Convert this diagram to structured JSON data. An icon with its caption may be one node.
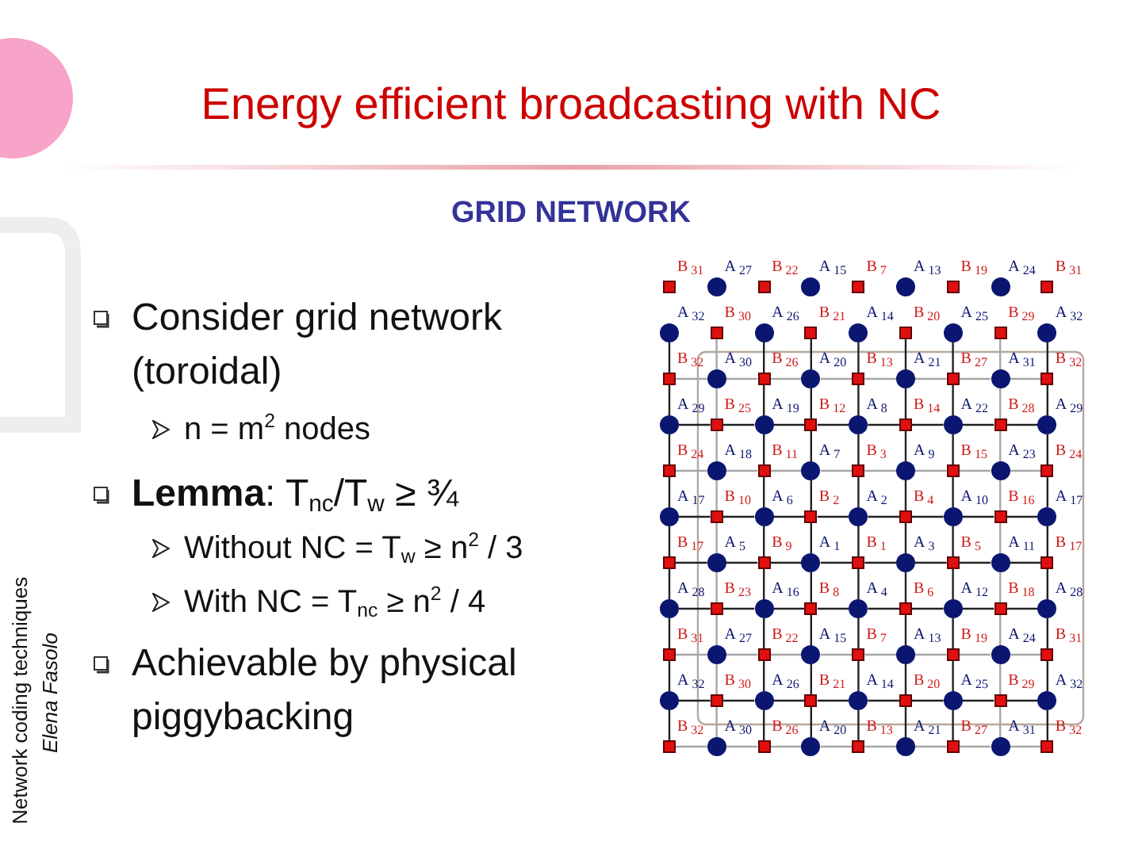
{
  "diagram": {
    "title": "Energy efficient broadcasting with NC",
    "nodes": [
      {
        "text": [
          "B$_{31}$"
        ]
      },
      {
        "text": [
          "A$_{27}$"
        ]
      },
      {
        "text": [
          "B$_{22}$"
        ]
      },
      {
        "text": [
          "A$_{15}$"
        ]
      },
      {
        "text": [
          "B$_{7}$"
        ]
      },
      {
        "text": [
          "A$_{13}$"
        ]
      },
      {
        "text": [
          "B$_{19}$"
        ]
      },
      {
        "text": [
          "A$_{24}$"
        ]
      },
      {
        "text": [
          "B$_{31}$"
        ]
      },
      {
        "text": [
          "A$_{32}$"
        ]
      },
      {
        "text": [
          "B$_{30}$"
        ]
      },
      {
        "text": [
          "A$_{26}$"
        ]
      },
      {
        "text": [
          "B$_{21}$"
        ]
      },
      {
        "text": [
          "A$_{14}$"
        ]
      },
      {
        "text": [
          "B$_{20}$"
        ]
      },
      {
        "text": [
          "A$_{25}$"
        ]
      },
      {
        "text": [
          "B$_{29}$"
        ]
      },
      {
        "text": [
          "A$_{32}$"
        ]
      },
      {
        "text": [
          "B$_{32}$"
        ]
      },
      {
        "text": [
          "A$_{30}$"
        ]
      },
      {
        "text": [
          "B$_{26}$"
        ]
      },
      {
        "text": [
          "A$_{20}$"
        ]
      },
      {
        "text": [
          "B$_{13}$"
        ]
      },
      {
        "text": [
          "A$_{21}$"
        ]
      },
      {
        "text": [
          "B$_{27}$"
        ]
      },
      {
        "text": [
          "A$_{31}$"
        ]
      },
      {
        "text": [
          "B$_{32}$"
        ]
      },
      {
        "text": [
          "A$_{29}$"
        ]
      },
      {
        "text": [
          "B$_{25}$"
        ]
      },
      {
        "text": [
          "A$_{19}$"
        ]
      },
      {
        "text": [
          "B$_{12}$"
        ]
      },
      {
        "text": [
          "A$_{8}$"
        ]
      },
      {
        "text": [
          "B$_{14}$"
        ]
      },
      {
        "text": [
          "A$_{22}$"
        ]
      },
      {
        "text": [
          "B$_{28}$"
        ]
      },
      {
        "text": [
          "A$_{29}$"
        ]
      },
      {
        "text": [
          "B$_{24}$"
        ]
      },
      {
        "text": [
          "A$_{18}$"
        ]
      },
      {
        "text": [
          "B$_{11}$"
        ]
      },
      {
        "text": [
          "A$_{7}$"
        ]
      },
      {
        "text": [
          "B$_{3}$"
        ]
      },
      {
        "text": [
          "A$_{9}$"
        ]
      },
      {
        "text": [
          "B$_{15}$"
        ]
      },
      {
        "text": [
          "A$_{23}$"
        ]
      },
      {
        "text": [
          "B$_{24}$"
        ]
      },
      {
        "text": [
          "A$_{17}$"
        ]
      },
      {
        "text": [
          "B$_{10}$"
        ]
      },
      {
        "text": [
          "A$_{6}$"
        ]
      },
      {
        "text": [
          "B$_{2}$"
        ]
      },
      {
        "text": [
          "A$_{2}$"
        ]
      },
      {
        "text": [
          "B$_{4}$"
        ]
      },
      {
        "text": [
          "A$_{10}$"
        ]
      },
      {
        "text": [
          "B$_{16}$"
        ]
      },
      {
        "text": [
          "A$_{17}$"
        ]
      },
      {
        "text": [
          "B$_{17}$"
        ]
      },
      {
        "text": [
          "A$_{5}$"
        ]
      },
      {
        "text": [
          "B$_{9}$"
        ]
      },
      {
        "text": [
          "A$_{1}$"
        ]
      },
      {
        "text": [
          "B$_{1}$"
        ]
      },
      {
        "text": [
          "A$_{3}$"
        ]
      },
      {
        "text": [
          "B$_{5}$"
        ]
      },
      {
        "text": [
          "A$_{11}$"
        ]
      },
      {
        "text": [
          "B$_{17}$"
        ]
      },
      {
        "text": [
          "A$_{28}$"
        ]
      },
      {
        "text": [
          "B$_{23}$"
        ]
      },
      {
        "text": [
          "A$_{16}$"
        ]
      },
      {
        "text": [
          "B$_{8}$"
        ]
      },
      {
        "text": [
          "A$_{4}$"
        ]
      },
      {
        "text": [
          "B$_{6}$"
        ]
      },
      {
        "text": [
          "A$_{12}$"
        ]
      },
      {
        "text": [
          "B$_{18}$"
        ]
      },
      {
        "text": [
          "A$_{28}$"
        ]
      },
      {
        "text": [
          "B$_{31}$"
        ]
      },
      {
        "text": [
          "A$_{27}$"
        ]
      },
      {
        "text": [
          "B$_{22}$"
        ]
      },
      {
        "text": [
          "A$_{15}$"
        ]
      },
      {
        "text": [
          "B$_{7}$"
        ]
      },
      {
        "text": [
          "A$_{13}$"
        ]
      },
      {
        "text": [
          "B$_{19}$"
        ]
      },
      {
        "text": [
          "A$_{24}$"
        ]
      },
      {
        "text": [
          "B$_{31}$"
        ]
      },
      {
        "text": [
          "A$_{32}$"
        ]
      },
      {
        "text": [
          "B$_{30}$"
        ]
      },
      {
        "text": [
          "A$_{26}$"
        ]
      },
      {
        "text": [
          "B$_{21}$"
        ]
      },
      {
        "text": [
          "A$_{14}$"
        ]
      },
      {
        "text": [
          "B$_{20}$"
        ]
      },
      {
        "text": [
          "A$_{25}$"
        ]
      },
      {
        "text": [
          "B$_{29}$"
        ]
      },
      {
        "text": [
          "A$_{32}$"
        ]
      },
      {
        "text": [
          "B$_{32}$"
        ]
      },
      {
        "text": [
          "A$_{30}$"
        ]
      },
      {
        "text": [
          "B$_{26}$"
        ]
      },
      {
        "text": [
          "A$_{20}$"
        ]
      },
      {
        "text": [
          "B$_{13}$"
        ]
      },
      {
        "text": [
          "A$_{21}$"
        ]
      },
      {
        "text": [
          "B$_{27}$"
        ]
      },
      {
        "text": [
          "A$_{31}$"
        ]
      },
      {
        "text": [
          "B$_{32}$"
        ]
      }
    ],
    "edges": [
      {
        "from": 9,
        "to": 18,
        "arrow": "none"
      },
      {
        "from": 18,
        "to": 27,
        "arrow": "none"
      },
      {
        "from": 27,
        "to": 36,
        "arrow": "none"
      },
      {
        "from": 36,
        "to": 45,
        "arrow": "none"
      },
      {
        "from": 45,
        "to": 54,
        "arrow": "none"
      },
      {
        "from": 54,
        "to": 63,
        "arrow": "none"
      },
      {
        "from": 63,
        "to": 72,
        "arrow": "none"
      },
      {
        "from": 72,
        "to": 81,
        "arrow": "none"
      },
      {
        "from": 81,
        "to": 90,
        "arrow": "none"
      },
      {
        "from": 10,
        "to": 19,
        "arrow": "none",
        "color": "#a6a6a6"
      },
      {
        "from": 19,
        "to": 28,
        "arrow": "none",
        "color": "#a6a6a6"
      },
      {
        "from": 28,
        "to": 37,
        "arrow": "none",
        "color": "#a6a6a6"
      },
      {
        "from": 37,
        "to": 46,
        "arrow": "none",
        "color": "#a6a6a6"
      },
      {
        "from": 46,
        "to": 55,
        "arrow": "none",
        "color": "#a6a6a6"
      },
      {
        "from": 55,
        "to": 64,
        "arrow": "none",
        "color": "#a6a6a6"
      },
      {
        "from": 64,
        "to": 73,
        "arrow": "none",
        "color": "#a6a6a6"
      },
      {
        "from": 73,
        "to": 82,
        "arrow": "none",
        "color": "#a6a6a6"
      },
      {
        "from": 82,
        "to": 91,
        "arrow": "none",
        "color": "#a6a6a6"
      },
      {
        "from": 11,
        "to": 20,
        "arrow": "none"
      },
      {
        "from": 20,
        "to": 29,
        "arrow": "none"
      },
      {
        "from": 29,
        "to": 38,
        "arrow": "none"
      },
      {
        "from": 38,
        "to": 47,
        "arrow": "none"
      },
      {
        "from": 47,
        "to": 56,
        "arrow": "none"
      },
      {
        "from": 56,
        "to": 65,
        "arrow": "none"
      },
      {
        "from": 65,
        "to": 74,
        "arrow": "none"
      },
      {
        "from": 74,
        "to": 83,
        "arrow": "none"
      },
      {
        "from": 83,
        "to": 92,
        "arrow": "none"
      },
      {
        "from": 12,
        "to": 21,
        "arrow": "none"
      },
      {
        "from": 21,
        "to": 30,
        "arrow": "none"
      },
      {
        "from": 30,
        "to": 39,
        "arrow": "none"
      },
      {
        "from": 39,
        "to": 48,
        "arrow": "none"
      },
      {
        "from": 48,
        "to": 57,
        "arrow": "none"
      },
      {
        "from": 57,
        "to": 66,
        "arrow": "none"
      },
      {
        "from": 66,
        "to": 75,
        "arrow": "none"
      },
      {
        "from": 75,
        "to": 84,
        "arrow": "none"
      },
      {
        "from": 84,
        "to": 93,
        "arrow": "none"
      },
      {
        "from": 13,
        "to": 22,
        "arrow": "none"
      },
      {
        "from": 22,
        "to": 31,
        "arrow": "none"
      },
      {
        "from": 31,
        "to": 40,
        "arrow": "none"
      },
      {
        "from": 40,
        "to": 49,
        "arrow": "none"
      },
      {
        "from": 49,
        "to": 58,
        "arrow": "none"
      },
      {
        "from": 58,
        "to": 67,
        "arrow": "none"
      },
      {
        "from": 67,
        "to": 76,
        "arrow": "none"
      },
      {
        "from": 76,
        "to": 85,
        "arrow": "none"
      },
      {
        "from": 85,
        "to": 94,
        "arrow": "none"
      },
      {
        "from": 14,
        "to": 23,
        "arrow": "none"
      },
      {
        "from": 23,
        "to": 32,
        "arrow": "none"
      },
      {
        "from": 32,
        "to": 41,
        "arrow": "none"
      },
      {
        "from": 41,
        "to": 50,
        "arrow": "none"
      },
      {
        "from": 50,
        "to": 59,
        "arrow": "none"
      },
      {
        "from": 59,
        "to": 68,
        "arrow": "none"
      },
      {
        "from": 68,
        "to": 77,
        "arrow": "none"
      },
      {
        "from": 77,
        "to": 86,
        "arrow": "none"
      },
      {
        "from": 86,
        "to": 95,
        "arrow": "none"
      },
      {
        "from": 15,
        "to": 24,
        "arrow": "none"
      },
      {
        "from": 24,
        "to": 33,
        "arrow": "none"
      },
      {
        "from": 33,
        "to": 42,
        "arrow": "none"
      },
      {
        "from": 42,
        "to": 51,
        "arrow": "none"
      },
      {
        "from": 51,
        "to": 60,
        "arrow": "none"
      },
      {
        "from": 60,
        "to": 69,
        "arrow": "none"
      },
      {
        "from": 69,
        "to": 78,
        "arrow": "none"
      },
      {
        "from": 78,
        "to": 87,
        "arrow": "none"
      },
      {
        "from": 87,
        "to": 96,
        "arrow": "none"
      },
      {
        "from": 16,
        "to": 25,
        "arrow": "none",
        "color": "#a6a6a6"
      },
      {
        "from": 25,
        "to": 34,
        "arrow": "none",
        "color": "#a6a6a6"
      },
      {
        "from": 34,
        "to": 43,
        "arrow": "none",
        "color": "#a6a6a6"
      },
      {
        "from": 43,
        "to": 52,
        "arrow": "none",
        "color": "#a6a6a6"
      },
      {
        "from": 52,
        "to": 61,
        "arrow": "none",
        "color": "#a6a6a6"
      },
      {
        "from": 61,
        "to": 70,
        "arrow": "none",
        "color": "#a6a6a6"
      },
      {
        "from": 70,
        "to": 79,
        "arrow": "none",
        "color": "#a6a6a6"
      },
      {
        "from": 79,
        "to": 88,
        "arrow": "none",
        "color": "#a6a6a6"
      },
      {
        "from": 88,
        "to": 97,
        "arrow": "none",
        "color": "#a6a6a6"
      },
      {
        "from": 17,
        "to": 26,
        "arrow": "none"
      },
      {
        "from": 26,
        "to": 35,
        "arrow": "none"
      },
      {
        "from": 35,
        "to": 44,
        "arrow": "none"
      },
      {
        "from": 44,
        "to": 53,
        "arrow": "none"
      },
      {
        "from": 53,
        "to": 62,
        "arrow": "none"
      },
      {
        "from": 62,
        "to": 71,
        "arrow": "none"
      },
      {
        "from": 71,
        "to": 80,
        "arrow": "none"
      },
      {
        "from": 80,
        "to": 89,
        "arrow": "none"
      },
      {
        "from": 89,
        "to": 98,
        "arrow": "none"
      },
      {
        "from": 18,
        "to": 19,
        "arrow": "none",
        "color": "#a6a6a6"
      },
      {
        "from": 19,
        "to": 20,
        "arrow": "none",
        "color": "#a6a6a6"
      },
      {
        "from": 20,
        "to": 21,
        "arrow": "none",
        "color": "#a6a6a6"
      },
      {
        "from": 21,
        "to": 22,
        "arrow": "none",
        "color": "#a6a6a6"
      },
      {
        "from": 22,
        "to": 23,
        "arrow": "none",
        "color": "#a6a6a6"
      },
      {
        "from": 23,
        "to": 24,
        "arrow": "none",
        "color": "#a6a6a6"
      },
      {
        "from": 24,
        "to": 25,
        "arrow": "none",
        "color": "#a6a6a6"
      },
      {
        "from": 25,
        "to": 26,
        "arrow": "none",
        "color": "#a6a6a6"
      },
      {
        "from": 27,
        "to": 28,
        "arrow": "none"
      },
      {
        "from": 28,
        "to": 29,
        "arrow": "none"
      },
      {
        "from": 29,
        "to": 30,
        "arrow": "none"
      },
      {
        "from": 30,
        "to": 31,
        "arrow": "none"
      },
      {
        "from": 31,
        "to": 32,
        "arrow": "none"
      },
      {
        "from": 32,
        "to": 33,
        "arrow": "none"
      },
      {
        "from": 33,
        "to": 34,
        "arrow": "none"
      },
      {
        "from": 34,
        "to": 35,
        "arrow": "none"
      },
      {
        "from": 36,
        "to": 37,
        "arrow": "none",
        "color": "#a6a6a6"
      },
      {
        "from": 37,
        "to": 38,
        "arrow": "none",
        "color": "#a6a6a6"
      },
      {
        "from": 38,
        "to": 39,
        "arrow": "none",
        "color": "#a6a6a6"
      },
      {
        "from": 39,
        "to": 40,
        "arrow": "none",
        "color": "#a6a6a6"
      },
      {
        "from": 40,
        "to": 41,
        "arrow": "none",
        "color": "#a6a6a6"
      },
      {
        "from": 41,
        "to": 42,
        "arrow": "none",
        "color": "#a6a6a6"
      },
      {
        "from": 42,
        "to": 43,
        "arrow": "none",
        "color": "#a6a6a6"
      },
      {
        "from": 43,
        "to": 44,
        "arrow": "none",
        "color": "#a6a6a6"
      },
      {
        "from": 45,
        "to": 46,
        "arrow": "none"
      },
      {
        "from": 46,
        "to": 47,
        "arrow": "none"
      },
      {
        "from": 47,
        "to": 48,
        "arrow": "none"
      },
      {
        "from": 48,
        "to": 49,
        "arrow": "none"
      },
      {
        "from": 49,
        "to": 50,
        "arrow": "none"
      },
      {
        "from": 50,
        "to": 51,
        "arrow": "none"
      },
      {
        "from": 51,
        "to": 52,
        "arrow": "none"
      },
      {
        "from": 52,
        "to": 53,
        "arrow": "none"
      },
      {
        "from": 54,
        "to": 55,
        "arrow": "none"
      },
      {
        "from": 55,
        "to": 56,
        "arrow": "none"
      },
      {
        "from": 56,
        "to": 57,
        "arrow": "none"
      },
      {
        "from": 57,
        "to": 58,
        "arrow": "none"
      },
      {
        "from": 58,
        "to": 59,
        "arrow": "none"
      },
      {
        "from": 59,
        "to": 60,
        "arrow": "none"
      },
      {
        "from": 60,
        "to": 61,
        "arrow": "none"
      },
      {
        "from": 61,
        "to": 62,
        "arrow": "none"
      },
      {
        "from": 63,
        "to": 64,
        "arrow": "none"
      },
      {
        "from": 64,
        "to": 65,
        "arrow": "none"
      },
      {
        "from": 65,
        "to": 66,
        "arrow": "none"
      },
      {
        "from": 66,
        "to": 67,
        "arrow": "none"
      },
      {
        "from": 67,
        "to": 68,
        "arrow": "none"
      },
      {
        "from": 68,
        "to": 69,
        "arrow": "none"
      },
      {
        "from": 69,
        "to": 70,
        "arrow": "none"
      },
      {
        "from": 70,
        "to": 71,
        "arrow": "none"
      },
      {
        "from": 72,
        "to": 73,
        "arrow": "none",
        "color": "#a6a6a6"
      },
      {
        "from": 73,
        "to": 74,
        "arrow": "none",
        "color": "#a6a6a6"
      },
      {
        "from": 74,
        "to": 75,
        "arrow": "none",
        "color": "#a6a6a6"
      },
      {
        "from": 75,
        "to": 76,
        "arrow": "none",
        "color": "#a6a6a6"
      },
      {
        "from": 76,
        "to": 77,
        "arrow": "none",
        "color": "#a6a6a6"
      },
      {
        "from": 77,
        "to": 78,
        "arrow": "none",
        "color": "#a6a6a6"
      },
      {
        "from": 78,
        "to": 79,
        "arrow": "none",
        "color": "#a6a6a6"
      },
      {
        "from": 79,
        "to": 80,
        "arrow": "none",
        "color": "#a6a6a6"
      },
      {
        "from": 81,
        "to": 82,
        "arrow": "none"
      },
      {
        "from": 82,
        "to": 83,
        "arrow": "none"
      },
      {
        "from": 83,
        "to": 84,
        "arrow": "none"
      },
      {
        "from": 84,
        "to": 85,
        "arrow": "none"
      },
      {
        "from": 85,
        "to": 86,
        "arrow": "none"
      },
      {
        "from": 86,
        "to": 87,
        "arrow": "none"
      },
      {
        "from": 87,
        "to": 88,
        "arrow": "none"
      },
      {
        "from": 88,
        "to": 89,
        "arrow": "none"
      },
      {
        "from": 90,
        "to": 91,
        "arrow": "none",
        "color": "#a6a6a6"
      },
      {
        "from": 91,
        "to": 92,
        "arrow": "none",
        "color": "#a6a6a6"
      },
      {
        "from": 92,
        "to": 93,
        "arrow": "none",
        "color": "#a6a6a6"
      },
      {
        "from": 93,
        "to": 94,
        "arrow": "none",
        "color": "#a6a6a6"
      },
      {
        "from": 94,
        "to": 95,
        "arrow": "none",
        "color": "#a6a6a6"
      },
      {
        "from": 95,
        "to": 96,
        "arrow": "none",
        "color": "#a6a6a6"
      },
      {
        "from": 96,
        "to": 97,
        "arrow": "none",
        "color": "#a6a6a6"
      },
      {
        "from": 97,
        "to": 98,
        "arrow": "none",
        "color": "#a6a6a6"
      }
    ],
    "labels": [
      "GRID NETWORK",
      "Consider grid network (toroidal)",
      "n = m$^{2}$ nodes",
      "**Lemma**: T$_{nc}$/T$_{w}$ ≥ ¾",
      "Without NC = T$_{w}$ ≥ n$^{2}$ / 3",
      "With NC = T$_{nc}$ ≥ n$^{2}$ / 4",
      "Achievable by physical piggybacking",
      "Network coding techniques",
      "Elena Fasolo"
    ]
  }
}
